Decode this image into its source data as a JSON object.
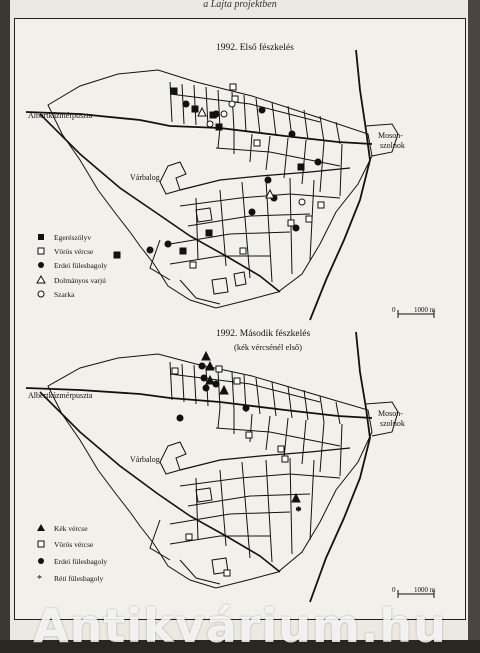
{
  "page_header": "a Lajta projektben",
  "maps": [
    {
      "title": "1992. Első fészkelés",
      "subtitle": "",
      "places": {
        "albertkazmer": "Albertkázmérpuszta",
        "varbalog": "Várbalog",
        "moson_1": "Moson-",
        "moson_2": "szolnok"
      },
      "scale": {
        "zero": "0",
        "label": "1000 m"
      },
      "legend": [
        {
          "symbol": "square-filled",
          "label": "Egerészölyv"
        },
        {
          "symbol": "square-open",
          "label": "Vörös vércse"
        },
        {
          "symbol": "circle-filled",
          "label": "Erdei fülesbagoly"
        },
        {
          "symbol": "triangle-open",
          "label": "Dolmányos varjú"
        },
        {
          "symbol": "circle-open",
          "label": "Szarka"
        }
      ]
    },
    {
      "title": "1992. Második fészkelés",
      "subtitle": "(kék vércsénél első)",
      "places": {
        "albertkazmer": "Albertkázmérpuszta",
        "varbalog": "Várbalog",
        "moson_1": "Moson-",
        "moson_2": "szolnok"
      },
      "scale": {
        "zero": "0",
        "label": "1000 m"
      },
      "legend": [
        {
          "symbol": "triangle-filled",
          "label": "Kék vércse"
        },
        {
          "symbol": "square-open",
          "label": "Vörös vércse"
        },
        {
          "symbol": "circle-filled",
          "label": "Erdei fülesbagoly"
        },
        {
          "symbol": "star",
          "label": "Réti fülesbagoly"
        }
      ]
    }
  ],
  "watermark": "Antikvárium.hu"
}
